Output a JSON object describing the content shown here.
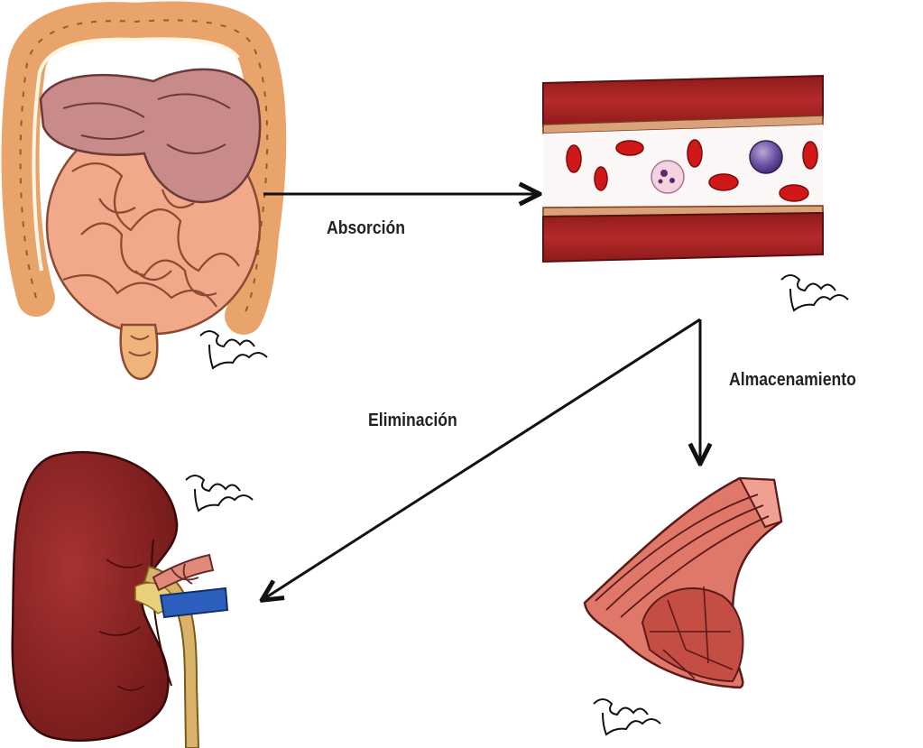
{
  "labels": {
    "absorption": "Absorción",
    "storage": "Almacenamiento",
    "elimination": "Eliminación"
  },
  "organs": [
    "intestines",
    "blood-vessel",
    "kidney",
    "muscle"
  ],
  "colors": {
    "intestine_frame": "#e9a46b",
    "small_intestine": "#f2a98a",
    "stomach": "#c98a8a",
    "vessel_wall": "#a32020",
    "red_cell": "#d01818",
    "kidney": "#8b2222",
    "ureter": "#d9b36a",
    "vein": "#2d5fbf",
    "muscle": "#e0786a",
    "arrow": "#111111"
  }
}
